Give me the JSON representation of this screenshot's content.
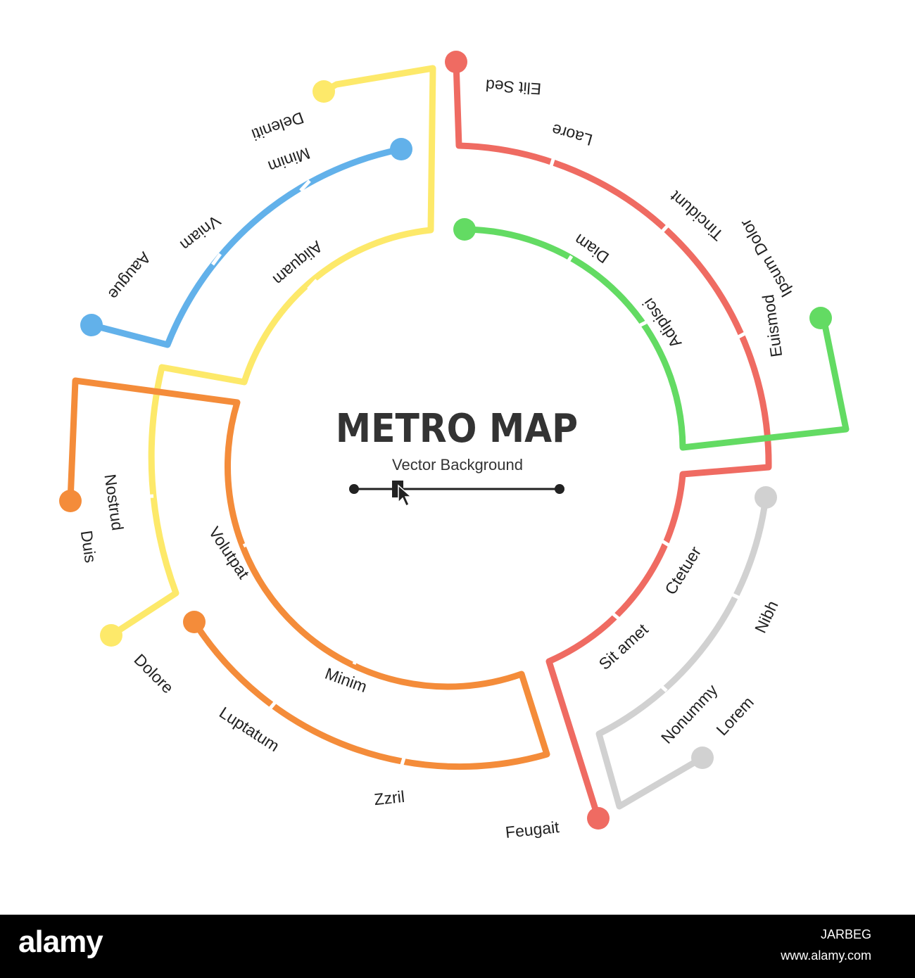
{
  "title": "METRO MAP",
  "subtitle": "Vector Background",
  "colors": {
    "red": "#ef6b62",
    "yellow": "#fde96a",
    "blue": "#62b1ea",
    "green": "#63db63",
    "orange": "#f48c3a",
    "gray": "#d1d1d1",
    "text": "#222222"
  },
  "stations": {
    "elit_sed": "Elit Sed",
    "laore": "Laore",
    "tincidunt": "Tincidunt",
    "ipsum_dolor": "Ipsum Dolor",
    "euismod": "Euismod",
    "diam": "Diam",
    "adipisci": "Adipisci",
    "minim_blue": "Minim",
    "deleniti": "Deleniti",
    "vniam": "Vniam",
    "aaugue": "Aaugue",
    "aliquam": "Aliquam",
    "nostrud": "Nostrud",
    "duis": "Duis",
    "volutpat": "Volutpat",
    "dolore": "Dolore",
    "minim_orange": "Minim",
    "luptatum": "Luptatum",
    "zzril": "Zzril",
    "feugait": "Feugait",
    "sit_amet": "Sit amet",
    "ctetuer": "Ctetuer",
    "nibh": "Nibh",
    "nonummy": "Nonummy",
    "lorem": "Lorem"
  },
  "footer": {
    "brand": "alamy",
    "image_code": "JARBEG",
    "url": "www.alamy.com"
  }
}
